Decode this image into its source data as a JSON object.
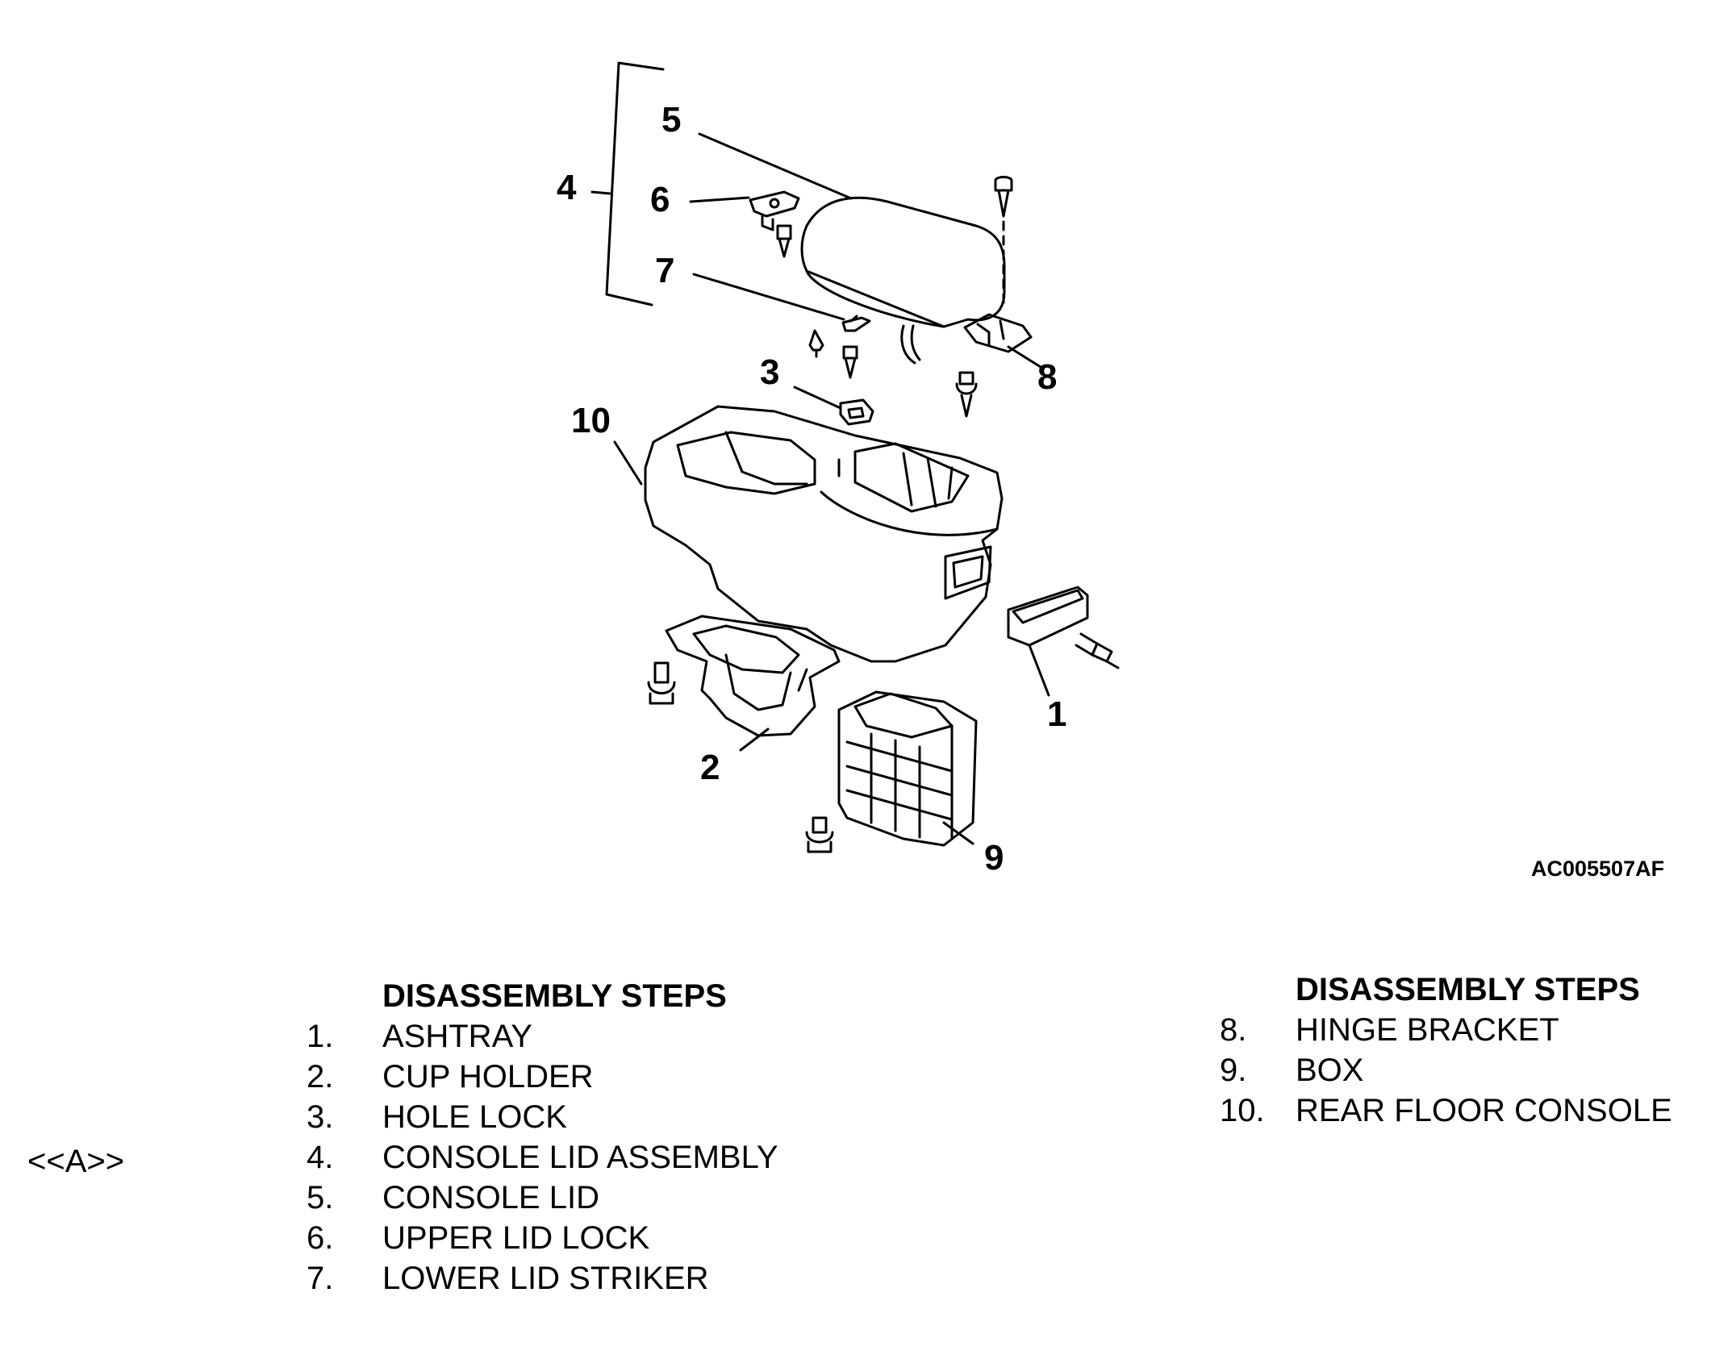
{
  "figure": {
    "code": "AC005507AF",
    "callouts": [
      "1",
      "2",
      "3",
      "4",
      "5",
      "6",
      "7",
      "8",
      "9",
      "10"
    ]
  },
  "steps_left": {
    "heading": "DISASSEMBLY STEPS",
    "items": [
      {
        "num": "1.",
        "label": "ASHTRAY"
      },
      {
        "num": "2.",
        "label": "CUP HOLDER"
      },
      {
        "num": "3.",
        "label": "HOLE LOCK"
      },
      {
        "num": "4.",
        "label": "CONSOLE LID ASSEMBLY"
      },
      {
        "num": "5.",
        "label": "CONSOLE LID"
      },
      {
        "num": "6.",
        "label": "UPPER LID LOCK"
      },
      {
        "num": "7.",
        "label": "LOWER LID STRIKER"
      }
    ]
  },
  "steps_right": {
    "heading": "DISASSEMBLY STEPS",
    "items": [
      {
        "num": "8.",
        "label": "HINGE BRACKET"
      },
      {
        "num": "9.",
        "label": "BOX"
      },
      {
        "num": "10.",
        "label": "REAR FLOOR CONSOLE"
      }
    ]
  },
  "note_marker": "<<A>>"
}
